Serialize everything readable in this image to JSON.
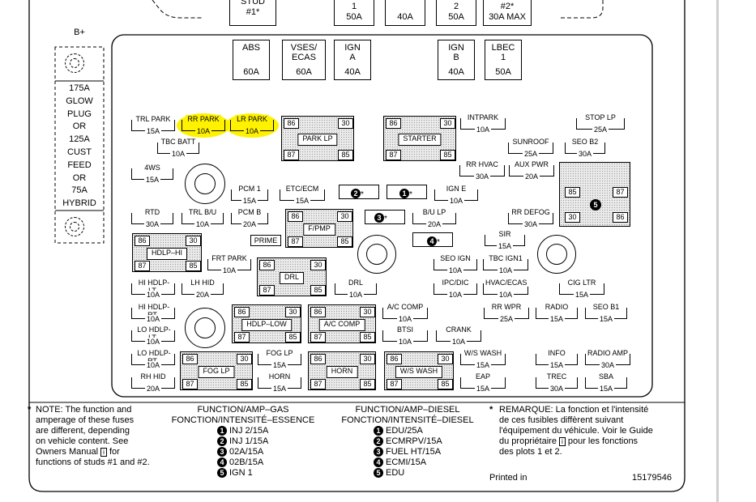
{
  "top_row": [
    {
      "label": "STUD\n#1*",
      "partial": true
    },
    {
      "label": "1\n50A"
    },
    {
      "label": "40A"
    },
    {
      "label": "2\n50A"
    },
    {
      "label": "#2*\n30A MAX"
    }
  ],
  "bplus_label": "B+",
  "glow_plug_text": [
    "175A",
    "GLOW",
    "PLUG",
    "OR",
    "125A",
    "CUST",
    "FEED",
    "OR",
    "75A",
    "HYBRID"
  ],
  "maxi_fuses": [
    {
      "name": "ABS",
      "amp": "60A"
    },
    {
      "name": "VSES/\nECAS",
      "amp": "60A"
    },
    {
      "name": "IGN\nA",
      "amp": "40A"
    },
    {
      "name": "IGN\nB",
      "amp": "40A"
    },
    {
      "name": "LBEC\n1",
      "amp": "50A"
    }
  ],
  "fuses": [
    {
      "id": "trl-park",
      "name": "TRL PARK",
      "amp": "15A",
      "highlight": false
    },
    {
      "id": "rr-park",
      "name": "RR PARK",
      "amp": "10A",
      "highlight": true
    },
    {
      "id": "lr-park",
      "name": "LR PARK",
      "amp": "10A",
      "highlight": true
    },
    {
      "id": "tbc-batt",
      "name": "TBC BATT",
      "amp": "10A",
      "highlight": false
    },
    {
      "id": "4ws",
      "name": "4WS",
      "amp": "15A",
      "highlight": false
    },
    {
      "id": "pcm-1",
      "name": "PCM 1",
      "amp": "15A",
      "highlight": false
    },
    {
      "id": "etc-ecm",
      "name": "ETC/ECM",
      "amp": "15A",
      "highlight": false
    },
    {
      "id": "rtd",
      "name": "RTD",
      "amp": "30A",
      "highlight": false
    },
    {
      "id": "trl-bu",
      "name": "TRL B/U",
      "amp": "10A",
      "highlight": false
    },
    {
      "id": "pcm-b",
      "name": "PCM B",
      "amp": "20A",
      "highlight": false
    },
    {
      "id": "intpark",
      "name": "INTPARK",
      "amp": "10A",
      "highlight": false
    },
    {
      "id": "stop-lp",
      "name": "STOP LP",
      "amp": "25A",
      "highlight": false
    },
    {
      "id": "sunroof",
      "name": "SUNROOF",
      "amp": "25A",
      "highlight": false
    },
    {
      "id": "seo-b2",
      "name": "SEO B2",
      "amp": "30A",
      "highlight": false
    },
    {
      "id": "rr-hvac",
      "name": "RR HVAC",
      "amp": "30A",
      "highlight": false
    },
    {
      "id": "aux-pwr",
      "name": "AUX PWR",
      "amp": "20A",
      "highlight": false
    },
    {
      "id": "ign-e",
      "name": "IGN E",
      "amp": "10A",
      "highlight": false
    },
    {
      "id": "bu-lp",
      "name": "B/U LP",
      "amp": "20A",
      "highlight": false
    },
    {
      "id": "rr-defog",
      "name": "RR DEFOG",
      "amp": "30A",
      "highlight": false
    },
    {
      "id": "sir",
      "name": "SIR",
      "amp": "15A",
      "highlight": false
    },
    {
      "id": "frt-park",
      "name": "FRT PARK",
      "amp": "10A",
      "highlight": false
    },
    {
      "id": "seo-ign",
      "name": "SEO IGN",
      "amp": "10A",
      "highlight": false
    },
    {
      "id": "tbc-ign1",
      "name": "TBC IGN1",
      "amp": "10A",
      "highlight": false
    },
    {
      "id": "hi-hdlp-lt",
      "name": "HI HDLP-LT",
      "amp": "10A",
      "highlight": false
    },
    {
      "id": "lh-hid",
      "name": "LH HID",
      "amp": "20A",
      "highlight": false
    },
    {
      "id": "drl",
      "name": "DRL",
      "amp": "10A",
      "highlight": false
    },
    {
      "id": "ipc-dic",
      "name": "IPC/DIC",
      "amp": "10A",
      "highlight": false
    },
    {
      "id": "hvac-ecas",
      "name": "HVAC/ECAS",
      "amp": "10A",
      "highlight": false
    },
    {
      "id": "cig-ltr",
      "name": "CIG LTR",
      "amp": "15A",
      "highlight": false
    },
    {
      "id": "hi-hdlp-rt",
      "name": "HI HDLP-RT",
      "amp": "10A",
      "highlight": false
    },
    {
      "id": "a-c-comp",
      "name": "A/C COMP",
      "amp": "10A",
      "highlight": false
    },
    {
      "id": "rr-wpr",
      "name": "RR WPR",
      "amp": "25A",
      "highlight": false
    },
    {
      "id": "radio",
      "name": "RADIO",
      "amp": "15A",
      "highlight": false
    },
    {
      "id": "seo-b1",
      "name": "SEO B1",
      "amp": "15A",
      "highlight": false
    },
    {
      "id": "lo-hdlp-lt",
      "name": "LO HDLP-LT",
      "amp": "10A",
      "highlight": false
    },
    {
      "id": "btsi",
      "name": "BTSI",
      "amp": "10A",
      "highlight": false
    },
    {
      "id": "crank",
      "name": "CRANK",
      "amp": "10A",
      "highlight": false
    },
    {
      "id": "lo-hdlp-rt",
      "name": "LO HDLP-RT",
      "amp": "10A",
      "highlight": false
    },
    {
      "id": "fog-lp",
      "name": "FOG LP",
      "amp": "15A",
      "highlight": false
    },
    {
      "id": "ws-wash",
      "name": "W/S WASH",
      "amp": "15A",
      "highlight": false
    },
    {
      "id": "info",
      "name": "INFO",
      "amp": "15A",
      "highlight": false
    },
    {
      "id": "radio-amp",
      "name": "RADIO AMP",
      "amp": "30A",
      "highlight": false
    },
    {
      "id": "rh-hid",
      "name": "RH HID",
      "amp": "20A",
      "highlight": false
    },
    {
      "id": "horn",
      "name": "HORN",
      "amp": "15A",
      "highlight": false
    },
    {
      "id": "eap",
      "name": "EAP",
      "amp": "15A",
      "highlight": false
    },
    {
      "id": "trec",
      "name": "TREC",
      "amp": "30A",
      "highlight": false
    },
    {
      "id": "sba",
      "name": "SBA",
      "amp": "15A",
      "highlight": false
    }
  ],
  "prime_label": "PRIME",
  "relays": [
    {
      "id": "park-lp",
      "name": "PARK LP",
      "pins": [
        "86",
        "30",
        "87",
        "85"
      ]
    },
    {
      "id": "starter",
      "name": "STARTER",
      "pins": [
        "86",
        "30",
        "87",
        "85"
      ]
    },
    {
      "id": "f-pmp",
      "name": "F/PMP",
      "pins": [
        "86",
        "30",
        "87",
        "85"
      ]
    },
    {
      "id": "hdlp-hi",
      "name": "HDLP–HI",
      "pins": [
        "86",
        "30",
        "87",
        "85"
      ]
    },
    {
      "id": "drl-relay",
      "name": "DRL",
      "pins": [
        "86",
        "30",
        "87",
        "85"
      ]
    },
    {
      "id": "hdlp-low",
      "name": "HDLP–LOW",
      "pins": [
        "86",
        "30",
        "87",
        "85"
      ]
    },
    {
      "id": "ac-comp-relay",
      "name": "A/C COMP",
      "pins": [
        "86",
        "30",
        "87",
        "85"
      ]
    },
    {
      "id": "fog-lp-relay",
      "name": "FOG LP",
      "pins": [
        "86",
        "30",
        "87",
        "85"
      ]
    },
    {
      "id": "horn-relay",
      "name": "HORN",
      "pins": [
        "86",
        "30",
        "87",
        "85"
      ]
    },
    {
      "id": "ws-wash-relay",
      "name": "W/S WASH",
      "pins": [
        "86",
        "30",
        "87",
        "85"
      ]
    },
    {
      "id": "relay-5",
      "name": "",
      "pins": [
        "85",
        "87",
        "30",
        "86"
      ],
      "marker": "5"
    }
  ],
  "markers": [
    {
      "num": "1",
      "star": "*"
    },
    {
      "num": "2",
      "star": "*"
    },
    {
      "num": "3",
      "star": "*"
    },
    {
      "num": "4",
      "star": "*"
    }
  ],
  "note_en": "* NOTE:  The function and amperage of these fuses are different, depending on vehicle content.  See Owners Manual [i] for functions of studs #1 and #2.",
  "note_en_lines": [
    "NOTE:  The function and",
    "amperage of these fuses",
    "are different, depending",
    "on vehicle content.  See",
    "Owners Manual",
    "for",
    "functions of studs #1 and #2."
  ],
  "legend_gas": {
    "title1": "FUNCTION/AMP–GAS",
    "title2": "FONCTION/INTENSITÉ–ESSENCE",
    "items": [
      {
        "num": "1",
        "text": "INJ 2/15A"
      },
      {
        "num": "2",
        "text": "INJ 1/15A"
      },
      {
        "num": "3",
        "text": "02A/15A"
      },
      {
        "num": "4",
        "text": "02B/15A"
      },
      {
        "num": "5",
        "text": "IGN 1"
      }
    ]
  },
  "legend_diesel": {
    "title1": "FUNCTION/AMP–DIESEL",
    "title2": "FONCTION/INTENSITÉ–DIESEL",
    "items": [
      {
        "num": "1",
        "text": "EDU/25A"
      },
      {
        "num": "2",
        "text": "ECMRPV/15A"
      },
      {
        "num": "3",
        "text": "FUEL HT/15A"
      },
      {
        "num": "4",
        "text": "ECMI/15A"
      },
      {
        "num": "5",
        "text": "EDU"
      }
    ]
  },
  "note_fr_lines": [
    "REMARQUE:  La fonction et l'intensité",
    "de ces fusibles diffèrent suivant",
    "l'équipement du véhicule. Voir le Guide",
    "du propriétaire",
    "pour les fonctions",
    "des plots 1 et 2."
  ],
  "printed_in": "Printed in",
  "part_number": "15179546",
  "manual_icon_text": "i",
  "colors": {
    "highlight": "#fff200",
    "relay_fill": "#e9e9e9"
  }
}
